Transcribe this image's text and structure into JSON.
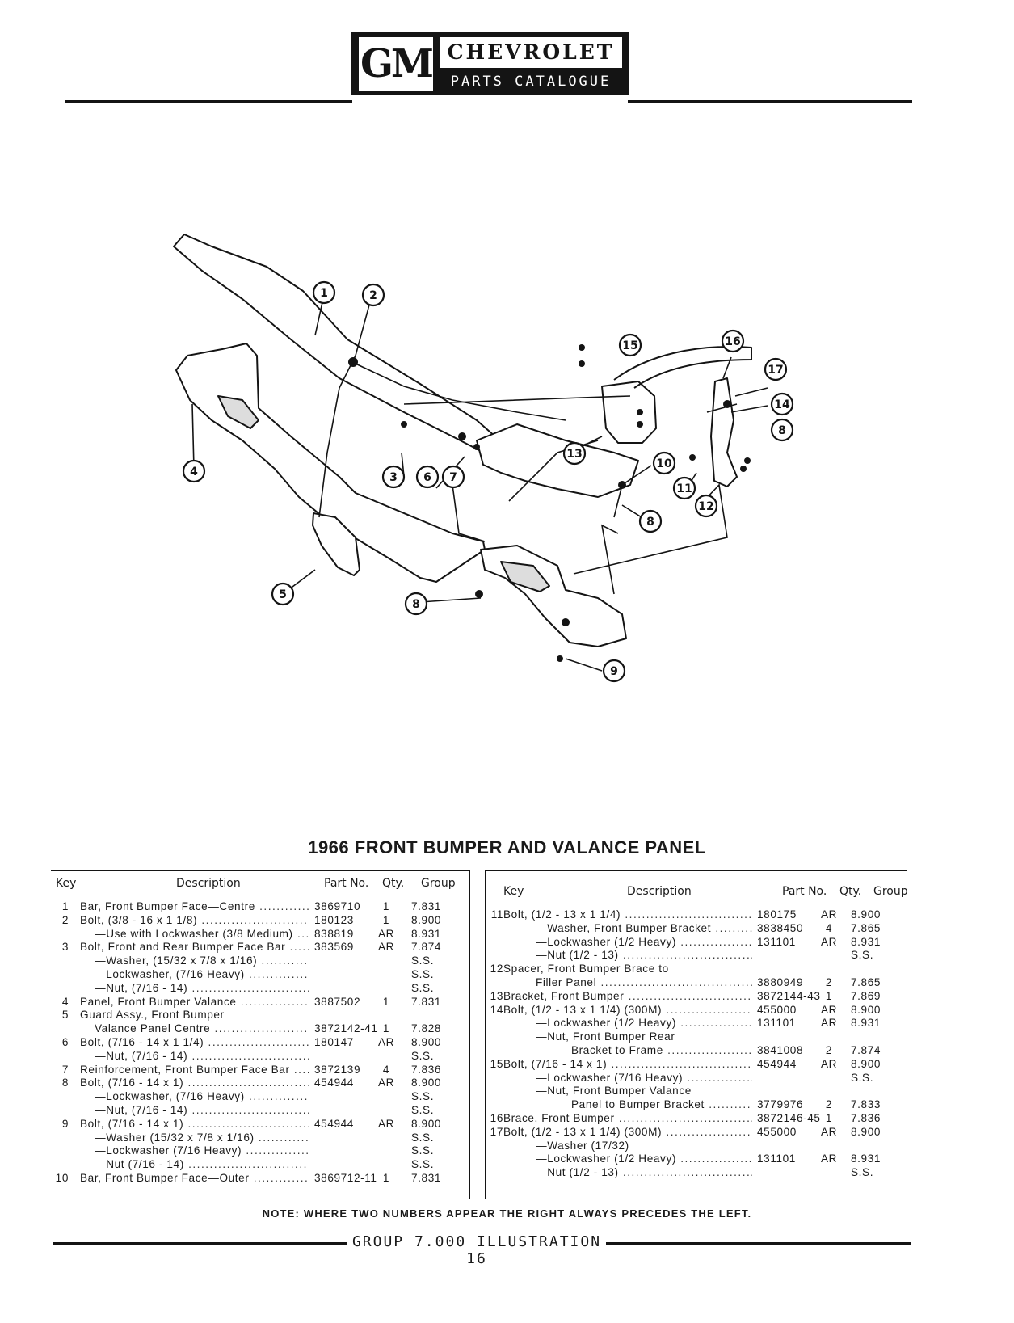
{
  "header": {
    "logo": "GM",
    "brand": "CHEVROLET",
    "catalogue": "PARTS CATALOGUE"
  },
  "illustration": {
    "callouts": [
      "1",
      "2",
      "3",
      "4",
      "5",
      "6",
      "7",
      "8",
      "8",
      "8",
      "9",
      "10",
      "11",
      "12",
      "13",
      "14",
      "15",
      "16",
      "17"
    ]
  },
  "table": {
    "title": "1966 FRONT BUMPER AND VALANCE PANEL",
    "headers": {
      "key": "Key",
      "description": "Description",
      "part_no": "Part No.",
      "qty": "Qty.",
      "group": "Group"
    },
    "left_rows": [
      {
        "key": "1",
        "desc": "Bar, Front Bumper Face—Centre",
        "part": "3869710",
        "qty": "1",
        "group": "7.831"
      },
      {
        "key": "2",
        "desc": "Bolt, (3/8 - 16 x 1 1/8)",
        "part": "180123",
        "qty": "1",
        "group": "8.900"
      },
      {
        "key": "",
        "desc": "—Use with Lockwasher (3/8 Medium)",
        "part": "838819",
        "qty": "AR",
        "group": "8.931",
        "indent": true
      },
      {
        "key": "3",
        "desc": "Bolt, Front and Rear Bumper Face Bar",
        "part": "383569",
        "qty": "AR",
        "group": "7.874"
      },
      {
        "key": "",
        "desc": "—Washer, (15/32 x 7/8 x 1/16)",
        "part": "",
        "qty": "",
        "group": "S.S.",
        "indent": true
      },
      {
        "key": "",
        "desc": "—Lockwasher, (7/16 Heavy)",
        "part": "",
        "qty": "",
        "group": "S.S.",
        "indent": true
      },
      {
        "key": "",
        "desc": "—Nut, (7/16 - 14)",
        "part": "",
        "qty": "",
        "group": "S.S.",
        "indent": true
      },
      {
        "key": "4",
        "desc": "Panel, Front Bumper Valance",
        "part": "3887502",
        "qty": "1",
        "group": "7.831"
      },
      {
        "key": "5",
        "desc": "Guard Assy., Front Bumper",
        "part": "",
        "qty": "",
        "group": "",
        "nodots": true
      },
      {
        "key": "",
        "desc": "Valance Panel Centre",
        "part": "3872142-41",
        "qty": "1",
        "group": "7.828",
        "indent": true
      },
      {
        "key": "6",
        "desc": "Bolt, (7/16 - 14 x 1 1/4)",
        "part": "180147",
        "qty": "AR",
        "group": "8.900"
      },
      {
        "key": "",
        "desc": "—Nut, (7/16 - 14)",
        "part": "",
        "qty": "",
        "group": "S.S.",
        "indent": true
      },
      {
        "key": "7",
        "desc": "Reinforcement, Front Bumper Face Bar",
        "part": "3872139",
        "qty": "4",
        "group": "7.836"
      },
      {
        "key": "8",
        "desc": "Bolt, (7/16 - 14 x 1)",
        "part": "454944",
        "qty": "AR",
        "group": "8.900"
      },
      {
        "key": "",
        "desc": "—Lockwasher, (7/16 Heavy)",
        "part": "",
        "qty": "",
        "group": "S.S.",
        "indent": true
      },
      {
        "key": "",
        "desc": "—Nut, (7/16 - 14)",
        "part": "",
        "qty": "",
        "group": "S.S.",
        "indent": true
      },
      {
        "key": "9",
        "desc": "Bolt, (7/16 - 14 x 1)",
        "part": "454944",
        "qty": "AR",
        "group": "8.900"
      },
      {
        "key": "",
        "desc": "—Washer (15/32 x 7/8 x 1/16)",
        "part": "",
        "qty": "",
        "group": "S.S.",
        "indent": true
      },
      {
        "key": "",
        "desc": "—Lockwasher (7/16 Heavy)",
        "part": "",
        "qty": "",
        "group": "S.S.",
        "indent": true
      },
      {
        "key": "",
        "desc": "—Nut (7/16 - 14)",
        "part": "",
        "qty": "",
        "group": "S.S.",
        "indent": true
      },
      {
        "key": "10",
        "desc": "Bar, Front Bumper Face—Outer",
        "part": "3869712-11",
        "qty": "1",
        "group": "7.831"
      }
    ],
    "right_rows": [
      {
        "key": "11",
        "desc": "Bolt, (1/2 - 13 x 1 1/4)",
        "part": "180175",
        "qty": "AR",
        "group": "8.900"
      },
      {
        "key": "",
        "desc": "—Washer, Front Bumper Bracket",
        "part": "3838450",
        "qty": "4",
        "group": "7.865",
        "indent": true
      },
      {
        "key": "",
        "desc": "—Lockwasher (1/2 Heavy)",
        "part": "131101",
        "qty": "AR",
        "group": "8.931",
        "indent": true
      },
      {
        "key": "",
        "desc": "—Nut (1/2 - 13)",
        "part": "",
        "qty": "",
        "group": "S.S.",
        "indent": true
      },
      {
        "key": "12",
        "desc": "Spacer, Front Bumper Brace to",
        "part": "",
        "qty": "",
        "group": "",
        "nodots": true
      },
      {
        "key": "",
        "desc": "Filler Panel",
        "part": "3880949",
        "qty": "2",
        "group": "7.865",
        "indent2": true
      },
      {
        "key": "13",
        "desc": "Bracket, Front Bumper",
        "part": "3872144-43",
        "qty": "1",
        "group": "7.869"
      },
      {
        "key": "14",
        "desc": "Bolt, (1/2 - 13 x 1 1/4) (300M)",
        "part": "455000",
        "qty": "AR",
        "group": "8.900"
      },
      {
        "key": "",
        "desc": "—Lockwasher (1/2 Heavy)",
        "part": "131101",
        "qty": "AR",
        "group": "8.931",
        "indent": true
      },
      {
        "key": "",
        "desc": "—Nut, Front Bumper Rear",
        "part": "",
        "qty": "",
        "group": "",
        "indent": true,
        "nodots": true
      },
      {
        "key": "",
        "desc": "Bracket to Frame",
        "part": "3841008",
        "qty": "2",
        "group": "7.874",
        "indent3": true
      },
      {
        "key": "15",
        "desc": "Bolt, (7/16 - 14 x 1)",
        "part": "454944",
        "qty": "AR",
        "group": "8.900"
      },
      {
        "key": "",
        "desc": "—Lockwasher (7/16 Heavy)",
        "part": "",
        "qty": "",
        "group": "S.S.",
        "indent": true
      },
      {
        "key": "",
        "desc": "—Nut, Front Bumper Valance",
        "part": "",
        "qty": "",
        "group": "",
        "indent": true,
        "nodots": true
      },
      {
        "key": "",
        "desc": "Panel to Bumper Bracket",
        "part": "3779976",
        "qty": "2",
        "group": "7.833",
        "indent3": true
      },
      {
        "key": "16",
        "desc": "Brace, Front Bumper",
        "part": "3872146-45",
        "qty": "1",
        "group": "7.836"
      },
      {
        "key": "17",
        "desc": "Bolt, (1/2 - 13 x 1 1/4) (300M)",
        "part": "455000",
        "qty": "AR",
        "group": "8.900"
      },
      {
        "key": "",
        "desc": "—Washer (17/32)",
        "part": "",
        "qty": "",
        "group": "",
        "indent": true,
        "nodots": true
      },
      {
        "key": "",
        "desc": "—Lockwasher (1/2 Heavy)",
        "part": "131101",
        "qty": "AR",
        "group": "8.931",
        "indent": true
      },
      {
        "key": "",
        "desc": "—Nut (1/2 - 13)",
        "part": "",
        "qty": "",
        "group": "S.S.",
        "indent": true
      }
    ],
    "note": "NOTE: WHERE TWO NUMBERS APPEAR THE RIGHT ALWAYS PRECEDES THE LEFT."
  },
  "footer": {
    "text": "GROUP 7.000 ILLUSTRATION 16"
  }
}
